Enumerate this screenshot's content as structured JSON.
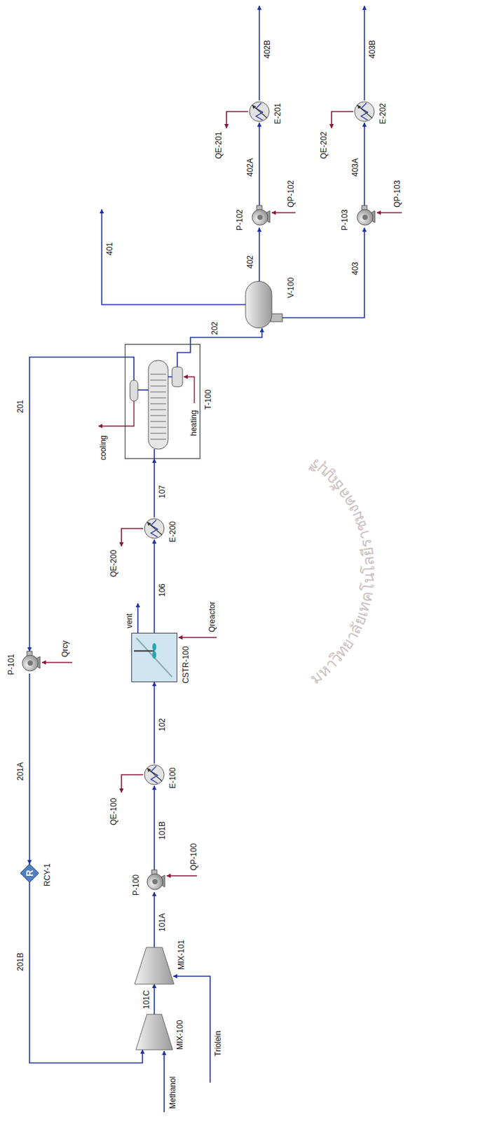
{
  "diagram": {
    "nodes": [
      {
        "text": [
          "MIX-100"
        ]
      },
      {
        "text": [
          "MIX-101"
        ]
      },
      {
        "text": [
          "P-100"
        ]
      },
      {
        "text": [
          "E-100"
        ]
      },
      {
        "text": [
          "CSTR-100"
        ]
      },
      {
        "text": [
          "E-200"
        ]
      },
      {
        "text": [
          "T-100"
        ]
      },
      {
        "text": [
          "V-100"
        ]
      },
      {
        "text": [
          "P-102"
        ]
      },
      {
        "text": [
          "E-201"
        ]
      },
      {
        "text": [
          "P-103"
        ]
      },
      {
        "text": [
          "E-202"
        ]
      },
      {
        "text": [
          "P-101"
        ]
      },
      {
        "text": [
          "R",
          "RCY-1"
        ]
      }
    ],
    "edges": [
      {
        "from": 0,
        "to": 1,
        "arrow": "to",
        "label": "101C"
      },
      {
        "from": 1,
        "to": 2,
        "arrow": "to",
        "label": "101A"
      },
      {
        "from": 2,
        "to": 3,
        "arrow": "to",
        "label": "101B"
      },
      {
        "from": 3,
        "to": 4,
        "arrow": "to",
        "label": "102"
      },
      {
        "from": 4,
        "to": 5,
        "arrow": "to",
        "label": "106"
      },
      {
        "from": 5,
        "to": 6,
        "arrow": "to",
        "label": "107"
      },
      {
        "from": 6,
        "to": 7,
        "arrow": "to",
        "label": "202"
      },
      {
        "from": 7,
        "to": 8,
        "arrow": "to",
        "label": "402"
      },
      {
        "from": 8,
        "to": 9,
        "arrow": "to",
        "label": "402A"
      },
      {
        "from": 7,
        "to": 10,
        "arrow": "to",
        "label": "403"
      },
      {
        "from": 10,
        "to": 11,
        "arrow": "to",
        "label": "403A"
      },
      {
        "from": 6,
        "to": 12,
        "arrow": "to",
        "label": "201"
      },
      {
        "from": 12,
        "to": 13,
        "arrow": "to",
        "label": "201A"
      },
      {
        "from": 13,
        "to": 0,
        "arrow": "to",
        "label": "201B"
      }
    ],
    "labels": [
      "Methanol",
      "Triolein",
      "QP-100",
      "QE-100",
      "Qreactor",
      "vent",
      "QE-200",
      "cooling",
      "heating",
      "Qrcy",
      "401",
      "QP-102",
      "QE-201",
      "402B",
      "QP-103",
      "QE-202",
      "403B",
      "มหาวิทยาลัยเทคโนโลยีราชมงคลธัญบุรี"
    ]
  }
}
